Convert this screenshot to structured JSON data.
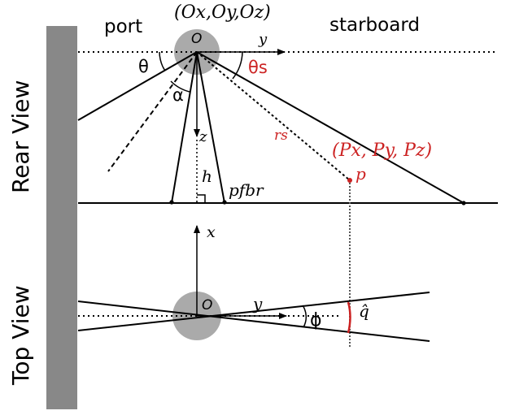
{
  "labels": {
    "origin_coords": "(Ox,Oy,Oz)",
    "port": "port",
    "starboard": "starboard",
    "rear_view": "Rear View",
    "top_view": "Top View",
    "origin_rear": "O",
    "origin_top": "O",
    "axis_y_rear": "y",
    "axis_z_rear": "z",
    "axis_x_top": "x",
    "axis_y_top": "y",
    "theta": "θ",
    "theta_s": "θs",
    "alpha": "α",
    "phi": "ϕ",
    "h": "h",
    "p_fbr": "pfbr",
    "r_s": "rs",
    "point_coords": "(Px, Py, Pz)",
    "p": "p",
    "q_hat": "q̂"
  },
  "colors": {
    "wall": "#888888",
    "sensor": "#aaaaaa",
    "line": "#000000",
    "highlight": "#cc2222",
    "grid_dots": "#555555"
  }
}
